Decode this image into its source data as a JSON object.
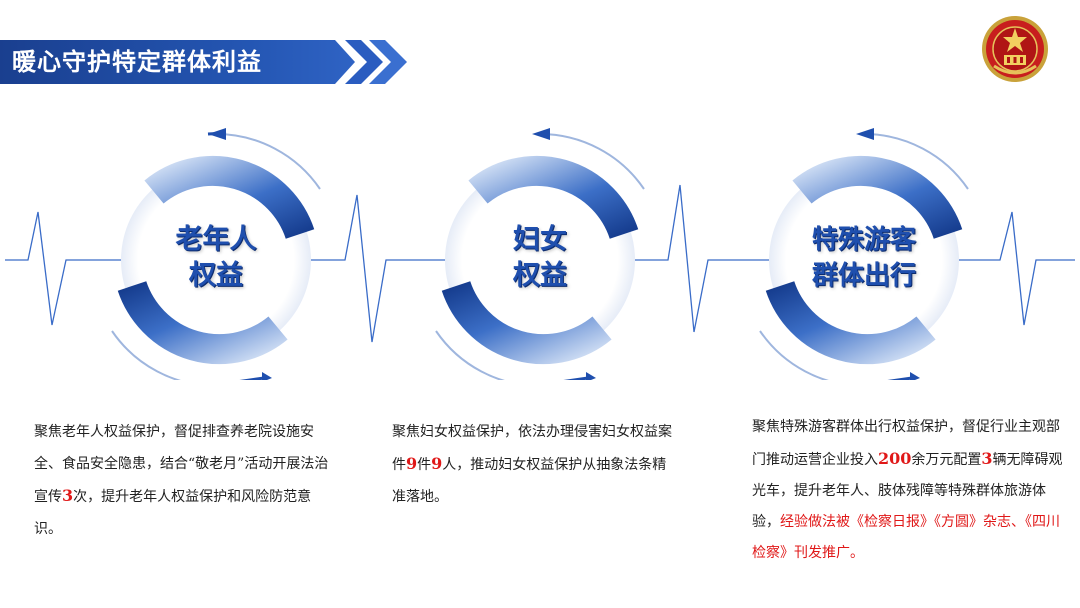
{
  "header": {
    "title": "暖心守护特定群体利益",
    "colors": {
      "banner": "#1f4fae",
      "accent_red": "#e01818"
    },
    "emblem_icon": "procuratorate-emblem-icon"
  },
  "rings": [
    {
      "line1": "老年人",
      "line2": "权益"
    },
    {
      "line1": "妇女",
      "line2": "权益"
    },
    {
      "line1": "特殊游客",
      "line2": "群体出行"
    }
  ],
  "descriptions": {
    "elderly": {
      "p1": "聚焦老年人权益保护，督促排查养老院设施安全、食品安全隐患，结合“敬老月”活动开展法治宣传",
      "n1": "3",
      "p2": "次，提升老年人权益保护和风险防范意识。"
    },
    "women": {
      "p1": "聚焦妇女权益保护，依法办理侵害妇女权益案件",
      "n1": "9",
      "p2": "件",
      "n2": "9",
      "p3": "人，推动妇女权益保护从抽象法条精准落地。"
    },
    "tourists": {
      "p1": "聚焦特殊游客群体出行权益保护，督促行业主观部门推动运营企业投入",
      "n1": "200",
      "p2": "余万元配置",
      "n2": "3",
      "p3": "辆无障碍观光车，提升老年人、肢体残障等特殊群体旅游体验，",
      "p4": "经验做法被《检察日报》《方圆》杂志、《四川检察》刊发推广。"
    }
  }
}
